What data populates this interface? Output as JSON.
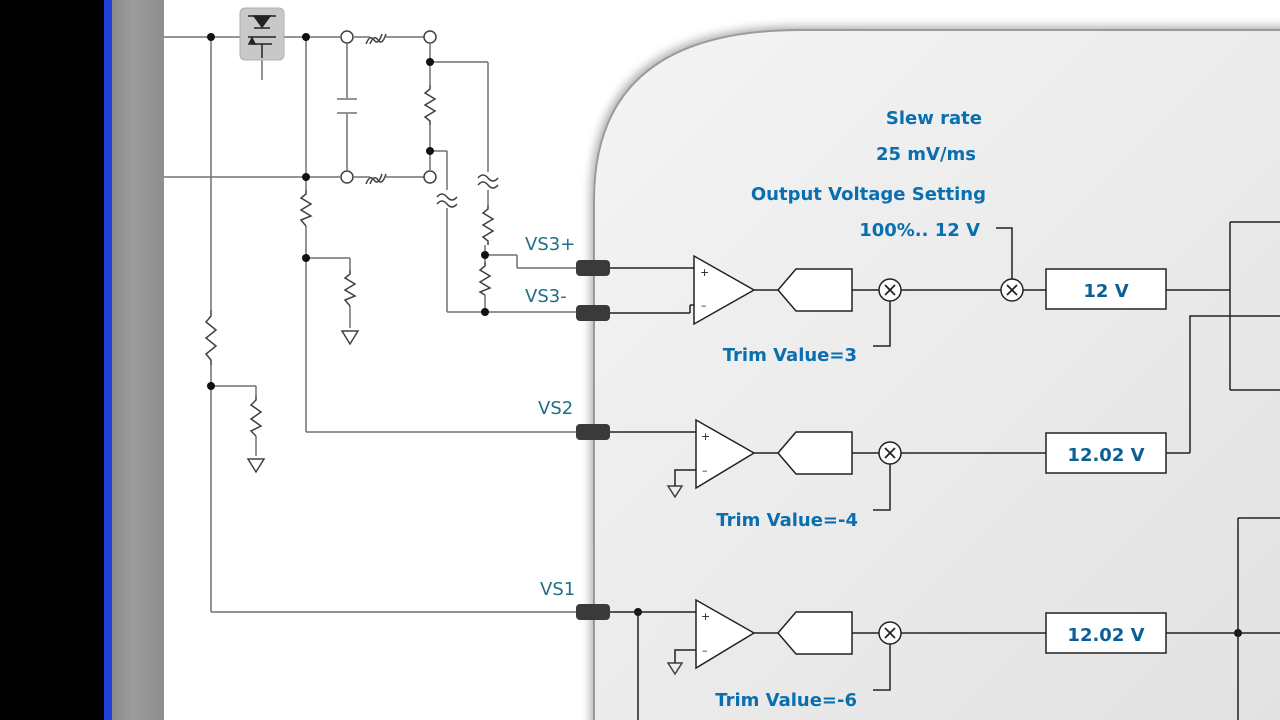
{
  "chip": {
    "slew_label": "Slew rate",
    "slew_value": "25 mV/ms",
    "ovs_label": "Output Voltage Setting",
    "ovs_value": "100%.. 12 V"
  },
  "pins": {
    "vs3p": "VS3+",
    "vs3m": "VS3-",
    "vs2": "VS2",
    "vs1": "VS1"
  },
  "channels": [
    {
      "trim": "Trim Value=3",
      "output": "12 V"
    },
    {
      "trim": "Trim Value=-4",
      "output": "12.02 V"
    },
    {
      "trim": "Trim Value=-6",
      "output": "12.02 V"
    }
  ],
  "colors": {
    "label": "#1d6f86",
    "setting": "#0a6fae",
    "chip_fill": "#e9e9e9"
  }
}
